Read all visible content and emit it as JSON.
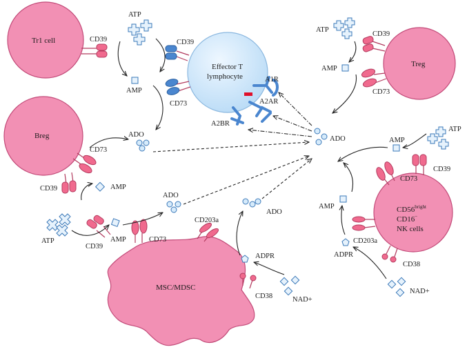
{
  "cells": {
    "tr1": "Tr1 cell",
    "effector_t_line1": "Effector T",
    "effector_t_line2": "lymphocyte",
    "treg": "Treg",
    "breg": "Breg",
    "nk_line1": "CD56",
    "nk_line1_sup": "bright",
    "nk_line2": "CD16",
    "nk_line2_sup": "−",
    "nk_line3": "NK cells",
    "msc": "MSC/MDSC"
  },
  "labels": {
    "atp_top": "ATP",
    "cd39_tr1": "CD39",
    "amp_top": "AMP",
    "cd39_eff": "CD39",
    "cd73_eff": "CD73",
    "a1r": "A1R",
    "a2ar": "A2AR",
    "a2br": "A2BR",
    "ado_top": "ADO",
    "atp_treg": "ATP",
    "cd39_treg": "CD39",
    "amp_treg": "AMP",
    "cd73_treg": "CD73",
    "ado_center": "ADO",
    "cd73_breg": "CD73",
    "cd39_breg": "CD39",
    "amp_breg": "AMP",
    "amp_nk": "AMP",
    "atp_nk": "ATP",
    "cd39_nk": "CD39",
    "cd73_nk": "CD73",
    "amp_nk_low": "AMP",
    "ado_msc": "ADO",
    "ado_mid": "ADO",
    "atp_msc": "ATP",
    "amp_msc": "AMP",
    "cd73_msc": "CD73",
    "cd39_msc": "CD39",
    "cd203a_msc": "CD203a",
    "adpr_msc": "ADPR",
    "cd38_msc": "CD38",
    "nad_msc": "NAD+",
    "cd203a_nk": "CD203a",
    "adpr_nk": "ADPR",
    "cd38_nk": "CD38",
    "nad_nk": "NAD+"
  },
  "colors": {
    "cell_pink": "#f290b4",
    "receptor_pink": "#f06a8e",
    "receptor_blue": "#4a86cf",
    "t_cell_blue": "#cfe6fb",
    "inhibition_red": "#e0102a"
  }
}
